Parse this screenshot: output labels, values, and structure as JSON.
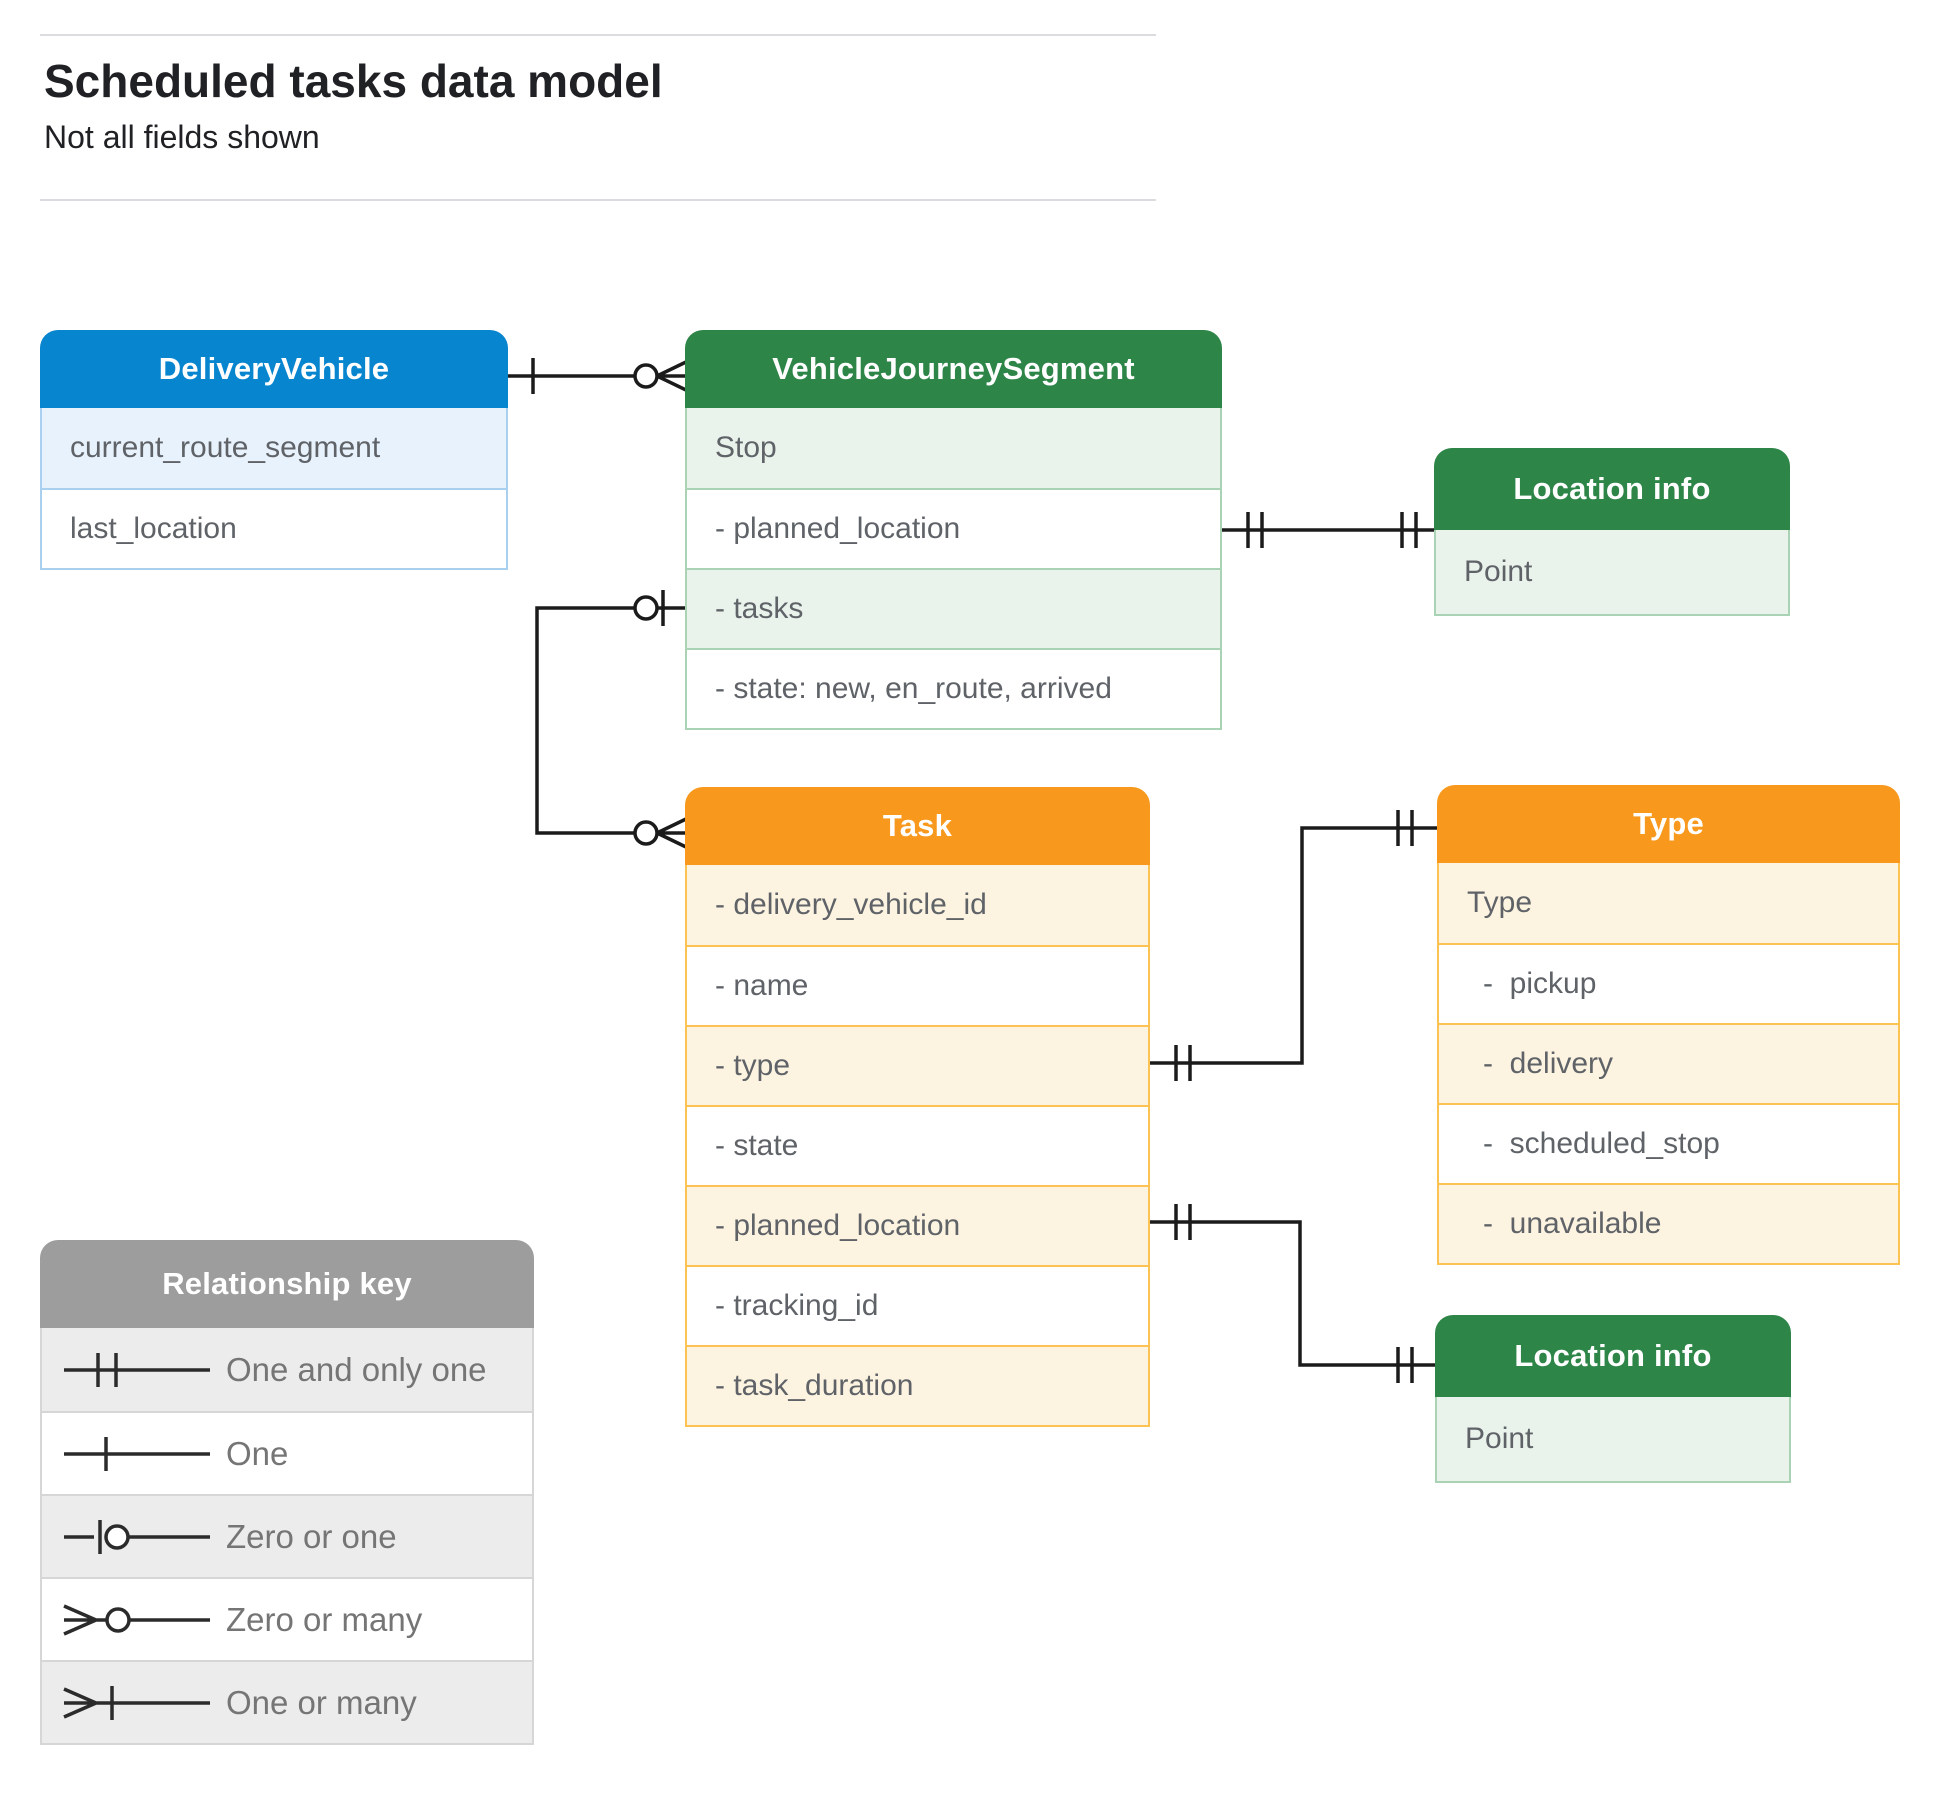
{
  "header": {
    "title": "Scheduled tasks data model",
    "subtitle": "Not all fields shown"
  },
  "colors": {
    "blue-header": "#0885cf",
    "green-header": "#2e8548",
    "orange-header": "#f8991d",
    "gray-header": "#9d9d9d",
    "line": "#1b1b1b",
    "row-text": "#5f6368"
  },
  "tables": {
    "delivery_vehicle": {
      "title": "DeliveryVehicle",
      "rows": [
        {
          "label": "current_route_segment"
        },
        {
          "label": "last_location"
        }
      ]
    },
    "vehicle_journey_segment": {
      "title": "VehicleJourneySegment",
      "rows": [
        {
          "label": "Stop"
        },
        {
          "label": "- planned_location"
        },
        {
          "label": "- tasks"
        },
        {
          "label": "- state: new, en_route, arrived"
        }
      ]
    },
    "location_info_top": {
      "title": "Location info",
      "rows": [
        {
          "label": "Point"
        }
      ]
    },
    "task": {
      "title": "Task",
      "rows": [
        {
          "label": "- delivery_vehicle_id"
        },
        {
          "label": "- name"
        },
        {
          "label": "- type"
        },
        {
          "label": "- state"
        },
        {
          "label": "- planned_location"
        },
        {
          "label": "- tracking_id"
        },
        {
          "label": "- task_duration"
        }
      ]
    },
    "type": {
      "title": "Type",
      "rows": [
        {
          "label": "Type"
        },
        {
          "label": "-  pickup"
        },
        {
          "label": "-  delivery"
        },
        {
          "label": "-  scheduled_stop"
        },
        {
          "label": "-  unavailable"
        }
      ]
    },
    "location_info_bottom": {
      "title": "Location info",
      "rows": [
        {
          "label": "Point"
        }
      ]
    }
  },
  "legend": {
    "title": "Relationship key",
    "items": [
      {
        "label": "One and only one",
        "symbol": "one-and-only-one"
      },
      {
        "label": "One",
        "symbol": "one"
      },
      {
        "label": "Zero or one",
        "symbol": "zero-or-one"
      },
      {
        "label": "Zero or many",
        "symbol": "zero-or-many"
      },
      {
        "label": "One or many",
        "symbol": "one-or-many"
      }
    ]
  },
  "relationships": [
    {
      "from": "DeliveryVehicle",
      "to": "VehicleJourneySegment",
      "from_cardinality": "one",
      "to_cardinality": "zero-or-many"
    },
    {
      "from": "VehicleJourneySegment.tasks",
      "to": "Task",
      "from_cardinality": "zero-or-one",
      "to_cardinality": "zero-or-many"
    },
    {
      "from": "VehicleJourneySegment.planned_location",
      "to": "Location info",
      "from_cardinality": "one-and-only-one",
      "to_cardinality": "one-and-only-one"
    },
    {
      "from": "Task.type",
      "to": "Type",
      "from_cardinality": "one-and-only-one",
      "to_cardinality": "one-and-only-one"
    },
    {
      "from": "Task.planned_location",
      "to": "Location info",
      "from_cardinality": "one-and-only-one",
      "to_cardinality": "one-and-only-one"
    }
  ]
}
